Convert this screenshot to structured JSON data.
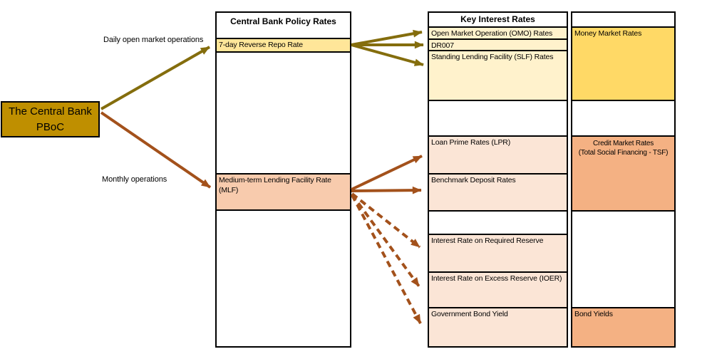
{
  "title_box": {
    "line1": "The Central Bank",
    "line2": "PBoC"
  },
  "flow_labels": {
    "daily": "Daily open market operations",
    "monthly": "Monthly operations"
  },
  "policy_rates": {
    "header": "Central Bank Policy Rates",
    "reverse_repo": "7-day Reverse Repo Rate",
    "mlf": "Medium-term Lending Facility Rate (MLF)"
  },
  "key_rates": {
    "header": "Key Interest Rates",
    "omo": "Open Market Operation (OMO) Rates",
    "dr007": "DR007",
    "slf": "Standing Lending Facility (SLF) Rates",
    "lpr": "Loan Prime Rates (LPR)",
    "benchmark_deposit": "Benchmark Deposit Rates",
    "required_reserve": "Interest Rate on Required Reserve",
    "excess_reserve": "Interest Rate on Excess Reserve (IOER)",
    "gov_bond": "Government Bond Yield"
  },
  "market_rates": {
    "money": "Money Market Rates",
    "credit_line1": "Credit Market Rates",
    "credit_line2": "(Total Social Financing - TSF)",
    "bond": "Bond Yields"
  },
  "colors": {
    "pboc_fill": "#BF8F00",
    "repo_fill": "#FFE699",
    "mlf_fill": "#F8CBAD",
    "pale_yellow": "#FFF2CC",
    "gold": "#FFD966",
    "pale_peach": "#FBE5D6",
    "orange": "#F4B183",
    "olive_arrow": "#846D0D",
    "brown_arrow": "#A3511B"
  }
}
